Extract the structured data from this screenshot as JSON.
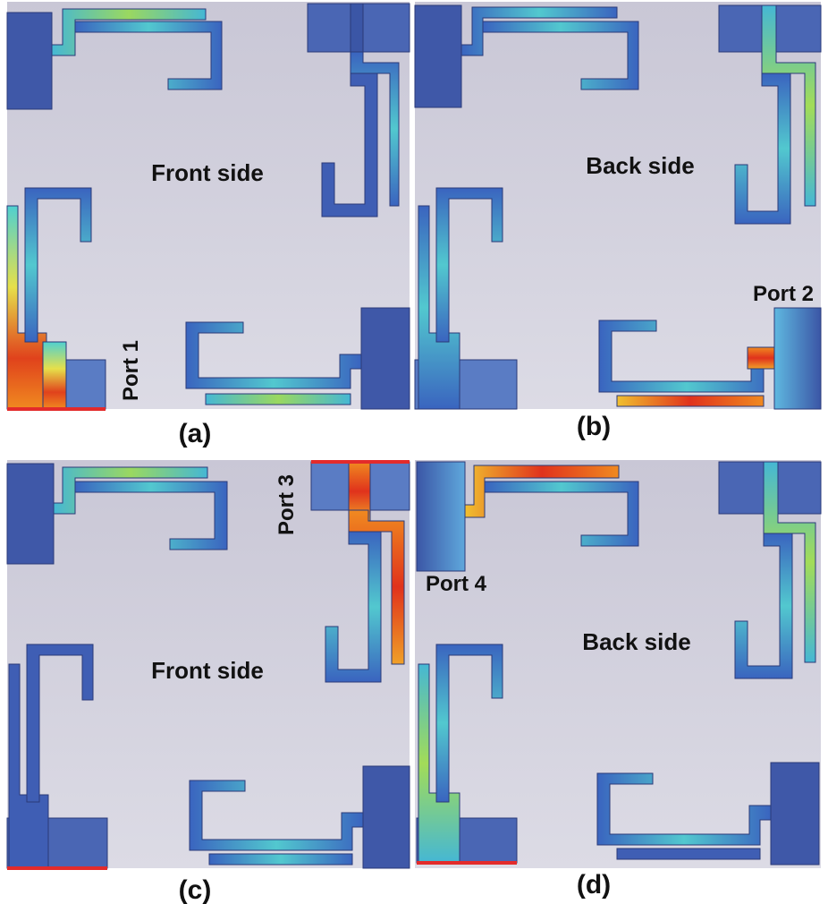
{
  "panels": {
    "a": {
      "caption": "(a)",
      "side": "Front side",
      "port": "Port 1"
    },
    "b": {
      "caption": "(b)",
      "side": "Back side",
      "port": "Port 2"
    },
    "c": {
      "caption": "(c)",
      "side": "Front side",
      "port": "Port 3"
    },
    "d": {
      "caption": "(d)",
      "side": "Back side",
      "port": "Port 4"
    }
  },
  "colors": {
    "substrate": "#d0cfdc",
    "patch": "#3f58a8",
    "trace": "#4a6fc4",
    "hot": "#e03a1e",
    "feed_edge": "#e32b2b"
  }
}
